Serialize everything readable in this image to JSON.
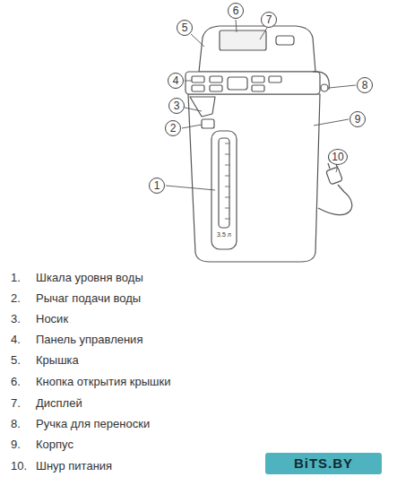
{
  "diagram": {
    "nodes": [
      {
        "text": [
          "1"
        ]
      },
      {
        "text": [
          "2"
        ]
      },
      {
        "text": [
          "3"
        ]
      },
      {
        "text": [
          "4"
        ]
      },
      {
        "text": [
          "5"
        ]
      },
      {
        "text": [
          "6"
        ]
      },
      {
        "text": [
          "7"
        ]
      },
      {
        "text": [
          "8"
        ]
      },
      {
        "text": [
          "9"
        ]
      },
      {
        "text": [
          "10"
        ]
      }
    ],
    "labels": [
      "1.",
      "Шкала уровня воды",
      "2.",
      "Рычаг подачи воды",
      "3.",
      "Носик",
      "4.",
      "Панель управления",
      "5.",
      "Крышка",
      "6.",
      "Кнопка открытия крышки",
      "7.",
      "Дисплей",
      "8.",
      "Ручка для переноски",
      "9.",
      "Корпус",
      "10.",
      "Шнур питания",
      "3.5 л",
      "BiTS.BY"
    ]
  }
}
